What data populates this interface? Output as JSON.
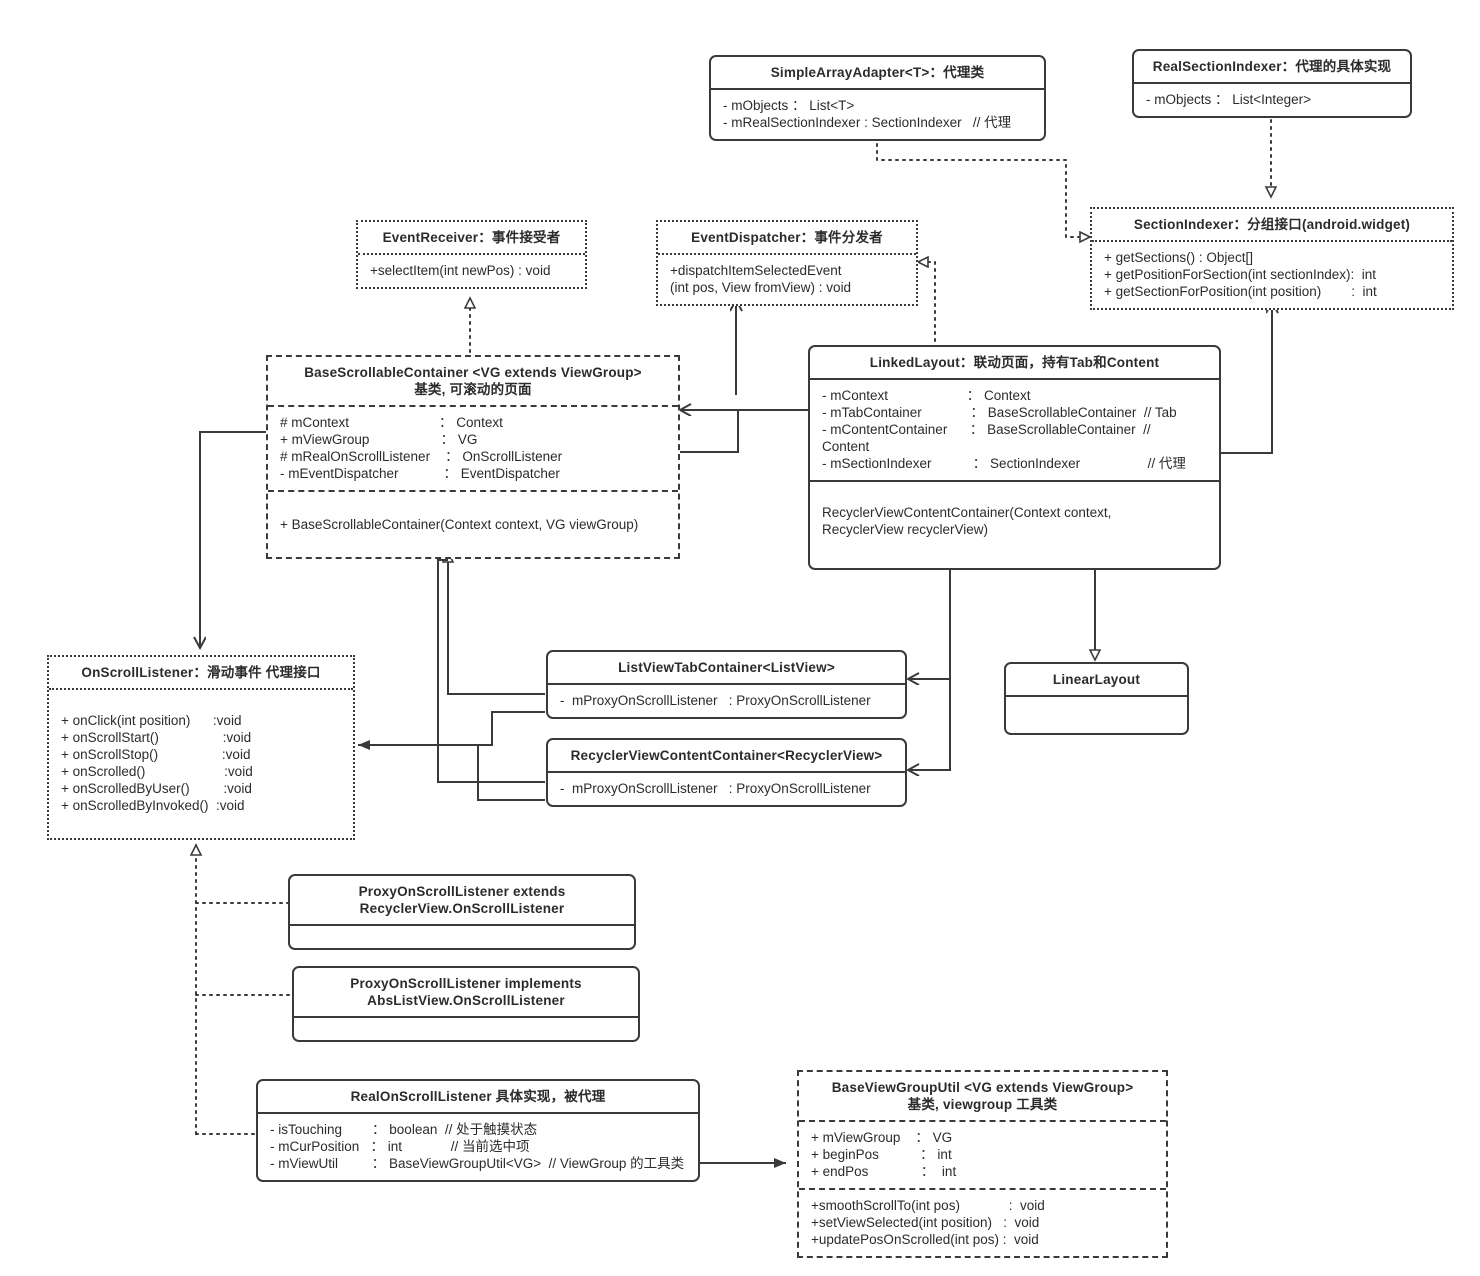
{
  "diagram": {
    "type": "uml-class-diagram",
    "background": "#ffffff",
    "line_color": "#3a3a3a",
    "text_color": "#2b2b2b"
  },
  "classes": {
    "simple_array_adapter": {
      "title": "SimpleArrayAdapter<T>：代理类",
      "stereotype": "class",
      "border": "solid",
      "attributes": "- mObjects ： List<T>\n- mRealSectionIndexer : SectionIndexer   // 代理"
    },
    "real_section_indexer": {
      "title": "RealSectionIndexer：代理的具体实现",
      "stereotype": "class",
      "border": "solid",
      "attributes": "- mObjects ： List<Integer>"
    },
    "section_indexer": {
      "title": "SectionIndexer：分组接口(android.widget)",
      "stereotype": "interface",
      "border": "dotted",
      "methods": "+ getSections() : Object[]\n+ getPositionForSection(int sectionIndex):  int\n+ getSectionForPosition(int position)        :  int"
    },
    "event_receiver": {
      "title": "EventReceiver：事件接受者",
      "stereotype": "interface",
      "border": "dotted",
      "methods": "+selectItem(int newPos) : void"
    },
    "event_dispatcher": {
      "title": "EventDispatcher：事件分发者",
      "stereotype": "interface",
      "border": "dotted",
      "methods": "+dispatchItemSelectedEvent\n(int pos, View fromView) : void"
    },
    "base_scrollable_container": {
      "title": "BaseScrollableContainer <VG extends ViewGroup>\n基类, 可滚动的页面",
      "stereotype": "abstract-class",
      "border": "dashed",
      "attributes": "# mContext                        ： Context\n+ mViewGroup                   ： VG\n# mRealOnScrollListener    ： OnScrollListener\n- mEventDispatcher            ： EventDispatcher",
      "methods": "+ BaseScrollableContainer(Context context, VG viewGroup)"
    },
    "linked_layout": {
      "title": "LinkedLayout：联动页面，持有Tab和Content",
      "stereotype": "class",
      "border": "solid",
      "attributes": "- mContext                     ： Context\n- mTabContainer             ： BaseScrollableContainer  // Tab\n- mContentContainer      ： BaseScrollableContainer  //\nContent\n- mSectionIndexer           ： SectionIndexer                  // 代理",
      "methods": "RecyclerViewContentContainer(Context context,\nRecyclerView recyclerView)"
    },
    "on_scroll_listener": {
      "title": "OnScrollListener：滑动事件 代理接口",
      "stereotype": "interface",
      "border": "dotted",
      "methods": "+ onClick(int position)      :void\n+ onScrollStart()                 :void\n+ onScrollStop()                 :void\n+ onScrolled()                     :void\n+ onScrolledByUser()         :void\n+ onScrolledByInvoked()  :void"
    },
    "listview_tab_container": {
      "title": "ListViewTabContainer<ListView>",
      "stereotype": "class",
      "border": "solid",
      "attributes": "-  mProxyOnScrollListener   : ProxyOnScrollListener"
    },
    "recyclerview_content_container": {
      "title": "RecyclerViewContentContainer<RecyclerView>",
      "stereotype": "class",
      "border": "solid",
      "attributes": "-  mProxyOnScrollListener   : ProxyOnScrollListener"
    },
    "linear_layout": {
      "title": "LinearLayout",
      "stereotype": "class",
      "border": "solid",
      "attributes": ""
    },
    "proxy_extends_recyclerview": {
      "title": "ProxyOnScrollListener extends\nRecyclerView.OnScrollListener",
      "stereotype": "class",
      "border": "solid",
      "attributes": ""
    },
    "proxy_implements_abslistview": {
      "title": "ProxyOnScrollListener implements\nAbsListView.OnScrollListener",
      "stereotype": "class",
      "border": "solid",
      "attributes": ""
    },
    "real_on_scroll_listener": {
      "title": "RealOnScrollListener 具体实现，被代理",
      "stereotype": "class",
      "border": "solid",
      "attributes": "- isTouching        ： boolean  // 处于触摸状态\n- mCurPosition   ： int             // 当前选中项\n- mViewUtil         ： BaseViewGroupUtil<VG>  // ViewGroup 的工具类"
    },
    "base_view_group_util": {
      "title": "BaseViewGroupUtil <VG extends ViewGroup>\n基类, viewgroup 工具类",
      "stereotype": "abstract-class",
      "border": "dashed",
      "attributes": "+ mViewGroup    ： VG\n+ beginPos           ： int\n+ endPos              ：  int",
      "methods": "+smoothScrollTo(int pos)             :  void\n+setViewSelected(int position)   :  void\n+updatePosOnScrolled(int pos) :  void"
    }
  },
  "relations": [
    {
      "name": "adapter-realizes-sectionindexer",
      "kind": "realization",
      "from": "simple_array_adapter",
      "to": "section_indexer"
    },
    {
      "name": "realsectionindexer-realizes-sectionindexer",
      "kind": "realization",
      "from": "real_section_indexer",
      "to": "section_indexer"
    },
    {
      "name": "linkedlayout-uses-sectionindexer",
      "kind": "association",
      "from": "linked_layout",
      "to": "section_indexer"
    },
    {
      "name": "basescrollablecontainer-realizes-eventreceiver",
      "kind": "realization",
      "from": "base_scrollable_container",
      "to": "event_receiver"
    },
    {
      "name": "linkedlayout-realizes-eventdispatcher",
      "kind": "realization",
      "from": "linked_layout",
      "to": "event_dispatcher"
    },
    {
      "name": "basescrollablecontainer-association-eventdispatcher",
      "kind": "association",
      "from": "base_scrollable_container",
      "to": "event_dispatcher"
    },
    {
      "name": "linkedlayout-holds-basescrollablecontainer",
      "kind": "association",
      "from": "linked_layout",
      "to": "base_scrollable_container"
    },
    {
      "name": "basescrollablecontainer-uses-onscrolllistener",
      "kind": "association",
      "from": "base_scrollable_container",
      "to": "on_scroll_listener"
    },
    {
      "name": "listviewtabcontainer-extends-basescrollablecontainer",
      "kind": "generalization",
      "from": "listview_tab_container",
      "to": "base_scrollable_container"
    },
    {
      "name": "recyclerviewcontentcontainer-extends-basescrollablecontainer",
      "kind": "generalization",
      "from": "recyclerview_content_container",
      "to": "base_scrollable_container"
    },
    {
      "name": "linkedlayout-extends-linearlayout",
      "kind": "generalization",
      "from": "linked_layout",
      "to": "linear_layout"
    },
    {
      "name": "linkedlayout-holds-listviewtabcontainer",
      "kind": "association",
      "from": "linked_layout",
      "to": "listview_tab_container"
    },
    {
      "name": "linkedlayout-holds-recyclerviewcontentcontainer",
      "kind": "association",
      "from": "linked_layout",
      "to": "recyclerview_content_container"
    },
    {
      "name": "listviewtabcontainer-uses-onscrolllistener",
      "kind": "association",
      "from": "listview_tab_container",
      "to": "on_scroll_listener"
    },
    {
      "name": "proxy-extends-recyclerview-realizes-onscrolllistener",
      "kind": "realization",
      "from": "proxy_extends_recyclerview",
      "to": "on_scroll_listener"
    },
    {
      "name": "proxy-implements-abslistview-realizes-onscrolllistener",
      "kind": "realization",
      "from": "proxy_implements_abslistview",
      "to": "on_scroll_listener"
    },
    {
      "name": "realonscrolllistener-realizes-onscrolllistener",
      "kind": "realization",
      "from": "real_on_scroll_listener",
      "to": "on_scroll_listener"
    },
    {
      "name": "realonscrolllistener-uses-baseviewgrouputil",
      "kind": "association",
      "from": "real_on_scroll_listener",
      "to": "base_view_group_util"
    }
  ]
}
